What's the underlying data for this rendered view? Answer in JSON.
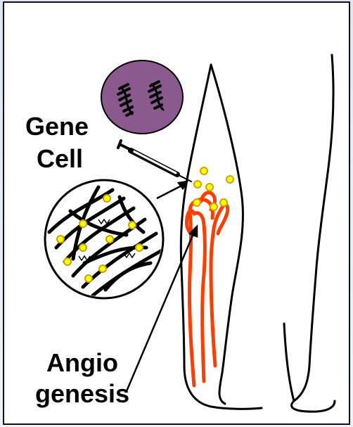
{
  "labels": {
    "gene": "Gene",
    "cell": "Cell",
    "angio": "Angio",
    "genesis": "genesis"
  },
  "colors": {
    "cell_fill": "#8a5a8e",
    "vessel": "#ff3d00",
    "dot_fill": "#ffff00",
    "dot_stroke": "#d4a000",
    "ink": "#000000",
    "background": "#ffffff"
  },
  "icons": [
    "cell-nucleus-icon",
    "syringe-icon",
    "magnified-tissue-icon",
    "leg-outline-icon"
  ]
}
